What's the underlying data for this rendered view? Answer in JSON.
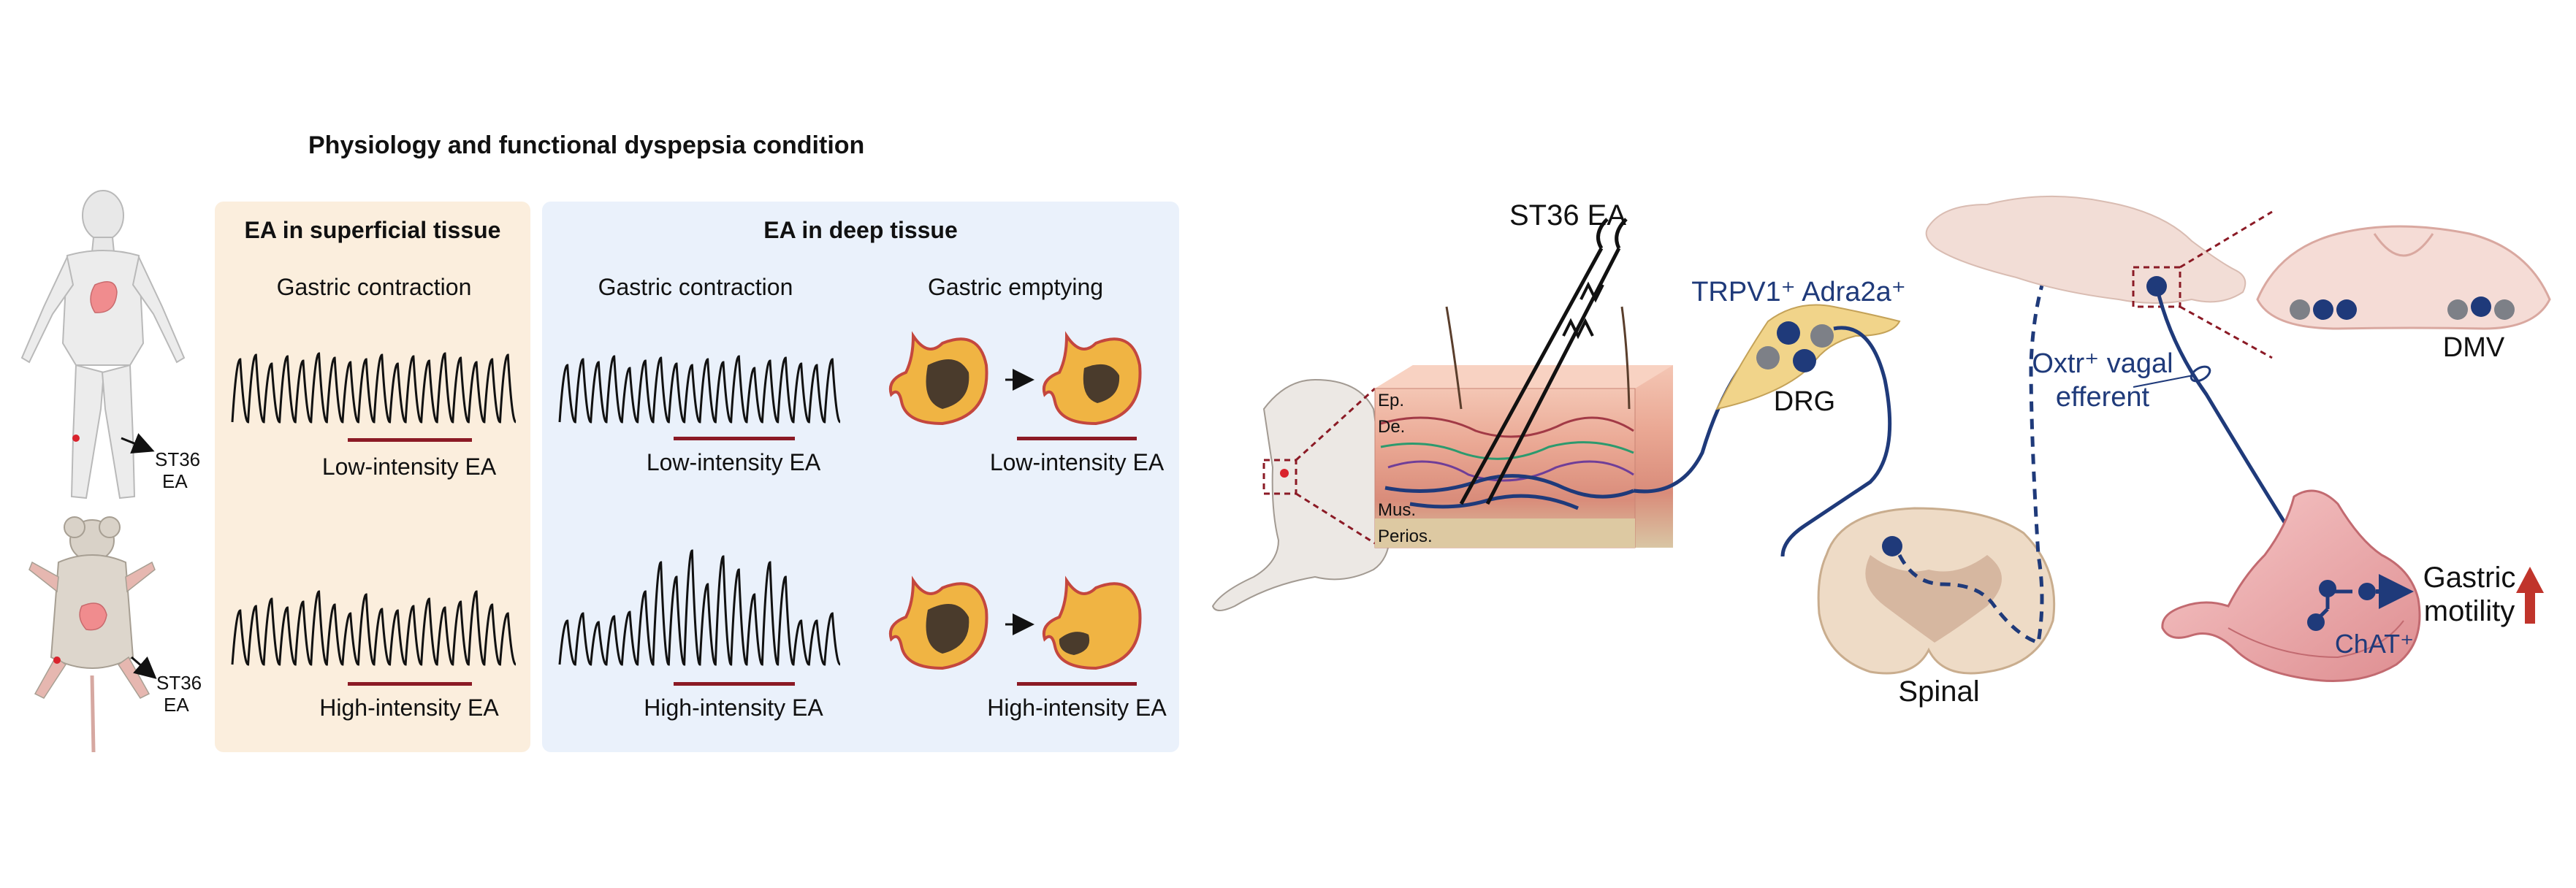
{
  "left_panel": {
    "heading": "Physiology and functional dyspepsia condition",
    "human_label": "ST36\nEA",
    "mouse_label": "ST36\nEA",
    "superficial_box": {
      "title": "EA in superficial tissue",
      "column_title": "Gastric contraction",
      "low_label": "Low-intensity EA",
      "high_label": "High-intensity EA"
    },
    "deep_box": {
      "title": "EA in deep tissue",
      "contraction_title": "Gastric contraction",
      "emptying_title": "Gastric emptying",
      "low_label_contraction": "Low-intensity EA",
      "high_label_contraction": "High-intensity EA",
      "low_label_emptying": "Low-intensity EA",
      "high_label_emptying": "High-intensity EA"
    }
  },
  "right_panel": {
    "needle_label": "ST36 EA",
    "layers": [
      "Ep.",
      "De.",
      "Mus.",
      "Perios."
    ],
    "drg_markers": "TRPV1⁺ Adra2a⁺",
    "drg_label": "DRG",
    "spinal_label": "Spinal",
    "vagal_label_line1": "Oxtr⁺ vagal",
    "vagal_label_line2": "efferent",
    "dmv_label": "DMV",
    "chat_label": "ChAT⁺",
    "outcome_line1": "Gastric",
    "outcome_line2": "motility"
  },
  "colors": {
    "superficial_bg": "#fbeedd",
    "deep_bg": "#eaf1fb",
    "bar_red": "#8b1a25",
    "nerve_blue": "#1f3a7a",
    "up_arrow": "#c0342b"
  }
}
